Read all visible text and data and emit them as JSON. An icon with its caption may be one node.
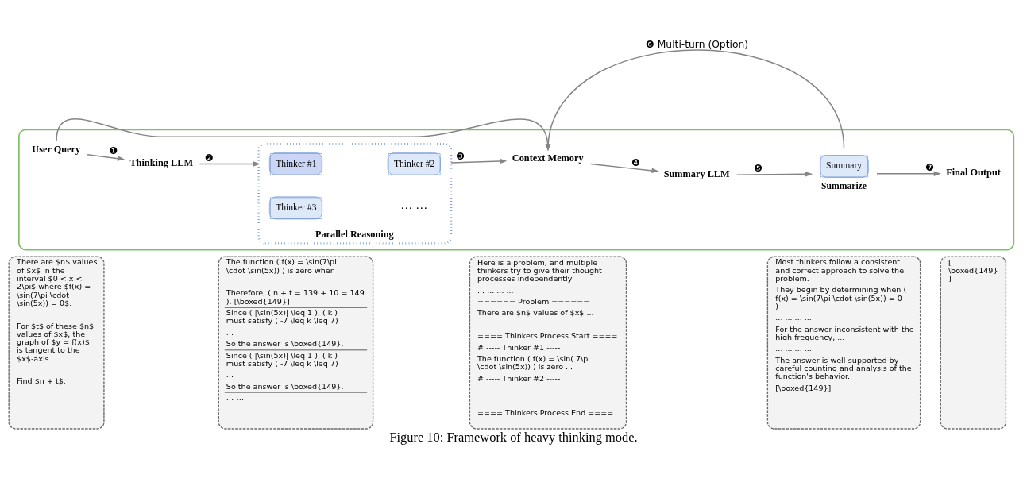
{
  "diagram": {
    "caption": "Figure 10: Framework of heavy thinking mode.",
    "nodes": [
      {
        "text": [],
        "shape": "box"
      },
      {
        "text": [
          "User Query"
        ],
        "in": 0
      },
      {
        "text": [
          "Thinking LLM"
        ],
        "in": 0
      },
      {
        "text": [
          "Parallel Reasoning"
        ],
        "in": 0
      },
      {
        "text": [
          "Thinker #1"
        ],
        "in": 3
      },
      {
        "text": [
          "Thinker #2"
        ],
        "in": 3
      },
      {
        "text": [
          "Thinker #3"
        ],
        "in": 3
      },
      {
        "text": [
          "Context Memory"
        ],
        "in": 0
      },
      {
        "text": [
          "Summary LLM"
        ],
        "in": 0
      },
      {
        "text": [
          "Summary"
        ],
        "beside": [
          "Summarize"
        ],
        "in": 0
      },
      {
        "text": [
          "Final Output"
        ],
        "in": 0
      },
      {
        "text": [
          "There are $n$ values of $x$ in the interval $0 < x < 2\\pi$ where $f(x) = \\sin(7\\pi \\cdot \\sin(5x)) = 0$.",
          "For $t$ of these $n$ values of $x$, the graph of $y = f(x)$ is tangent to the $x$-axis.",
          "Find $n + t$."
        ]
      },
      {
        "text": [
          "The function ( f(x) = \\sin(7\\pi \\cdot \\sin(5x)) ) is zero when",
          "....",
          "Therefore, ( n + t = 139 + 10 = 149 ). [\\boxed{149}]",
          "Since ( |\\sin(5x)| \\leq 1 ), ( k ) must satisfy ( -7 \\leq k \\leq 7)",
          "...",
          "So the answer is \\boxed{149}.",
          "Since ( |\\sin(5x)| \\leq 1 ), ( k ) must satisfy ( -7 \\leq k \\leq 7)",
          "...",
          "So the answer is \\boxed{149}.",
          "… …"
        ]
      },
      {
        "text": [
          "Here is a problem, and multiple thinkers try to give their thought processes independently",
          "... ... ... ...",
          "====== Problem ======",
          "There are $n$ values of $x$ ...",
          "==== Thinkers Process Start ====",
          "# ----- Thinker #1 -----",
          "The function ( f(x) = \\sin( 7\\pi \\cdot \\sin(5x)) ) is zero ...",
          "# ----- Thinker #2 -----",
          "... ... ... ...",
          "==== Thinkers Process End ===="
        ]
      },
      {
        "text": [
          "Most thinkers follow a consistent and correct approach to solve the problem.",
          "They begin by determining when ( f(x) = \\sin(7\\pi \\cdot \\sin(5x)) = 0 )",
          "... ... ... ...",
          "For the answer inconsistent with the high frequency, ...",
          "... ... ... ...",
          "The answer is well-supported by careful counting and analysis of the function's behavior.",
          "[\\boxed{149}]"
        ]
      },
      {
        "text": [
          "[ \\boxed{149} ]"
        ]
      }
    ],
    "edges": [
      {
        "from": 1,
        "to": 2,
        "arrow": "to",
        "label": "❶"
      },
      {
        "from": 1,
        "to": 7,
        "arrow": "to"
      },
      {
        "from": 2,
        "to": 3,
        "arrow": "to",
        "label": "❷"
      },
      {
        "from": 3,
        "to": 7,
        "arrow": "to",
        "label": "❸"
      },
      {
        "from": 7,
        "to": 8,
        "arrow": "to",
        "label": "❹"
      },
      {
        "from": 8,
        "to": 9,
        "arrow": "to",
        "label": "❺"
      },
      {
        "from": 9,
        "to": 7,
        "arrow": "to",
        "label": "❻ Multi-turn (Option)"
      },
      {
        "from": 9,
        "to": 10,
        "arrow": "to",
        "label": "❼"
      }
    ],
    "labels": [
      "… …"
    ]
  }
}
